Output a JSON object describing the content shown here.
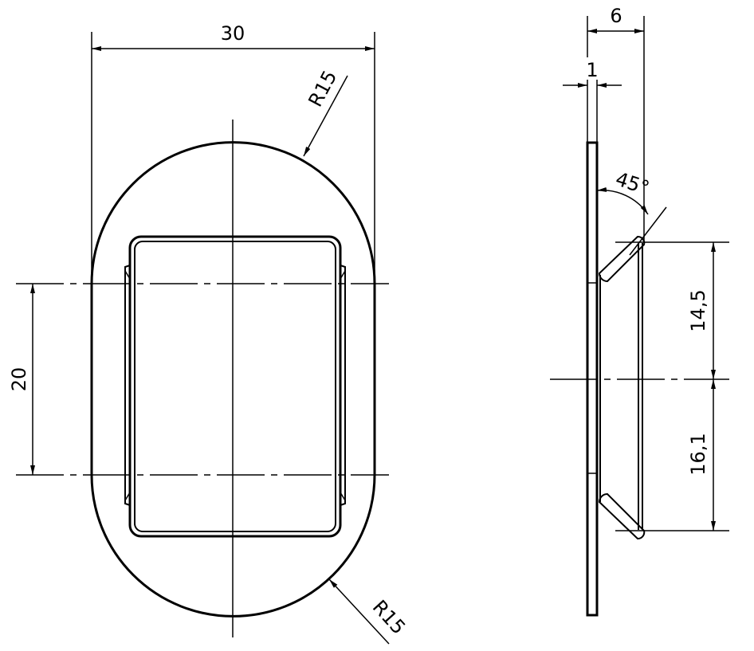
{
  "drawing": {
    "type": "technical-drawing",
    "views": [
      "front-view",
      "side-view"
    ],
    "line_color": "#000000",
    "background": "#ffffff"
  },
  "front_view": {
    "dimensions": {
      "width": "30",
      "height_between_centers": "20",
      "radius_top": "R15",
      "radius_bottom": "R15"
    }
  },
  "side_view": {
    "dimensions": {
      "overall_depth": "6",
      "plate_thickness": "1",
      "angle": "45°",
      "upper_height": "14,5",
      "lower_height": "16,1"
    }
  }
}
